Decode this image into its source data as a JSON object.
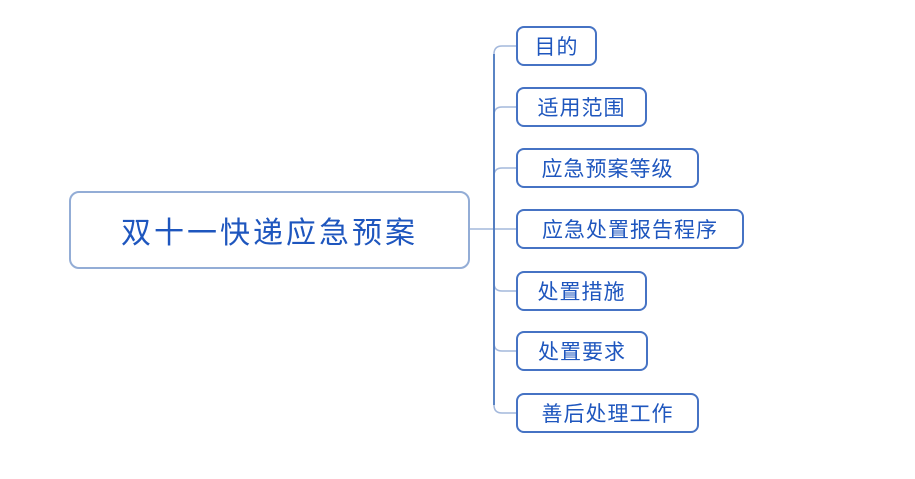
{
  "mindmap": {
    "root": {
      "label": "双十一快递应急预案"
    },
    "children": [
      {
        "label": "目的"
      },
      {
        "label": "适用范围"
      },
      {
        "label": "应急预案等级"
      },
      {
        "label": "应急处置报告程序"
      },
      {
        "label": "处置措施"
      },
      {
        "label": "处置要求"
      },
      {
        "label": "善后处理工作"
      }
    ],
    "colors": {
      "background": "#FFFFFF",
      "root_border": "#93ADD6",
      "child_border": "#4673C4",
      "text": "#1E56BE",
      "connector": "#A3B8DC",
      "trunk": "#3D6EB9"
    }
  }
}
